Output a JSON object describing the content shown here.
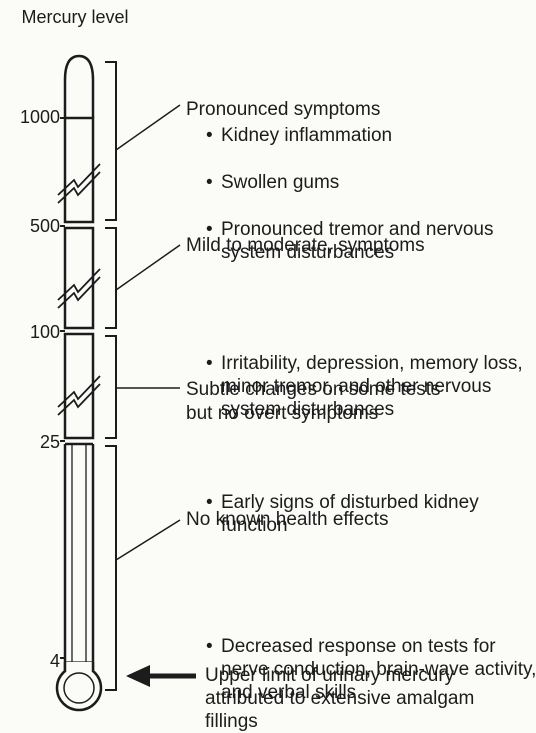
{
  "title": "Mercury level",
  "levels": [
    "1000",
    "500",
    "100",
    "25",
    "4"
  ],
  "groups": {
    "pronounced": {
      "heading": "Pronounced symptoms",
      "items": [
        "Kidney inflammation",
        "Swollen gums",
        "Pronounced tremor and nervous system disturbances"
      ]
    },
    "mild": {
      "heading": "Mild to moderate, symptoms",
      "items": [
        "Irritability, depression, memory loss, minor tremor, and other nervous system disturbances",
        "Early signs of disturbed kidney function"
      ]
    },
    "subtle": {
      "heading_line1": "Subtle changes on some tests",
      "heading_line2": "but no overt symptoms",
      "items": [
        "Decreased response on tests for nerve conduction, brain-wave activity, and verbal skills"
      ]
    },
    "none": {
      "heading": "No known health effects"
    }
  },
  "arrow_note": "Upper limit of urinary mercury attributed to extensive amalgam fillings"
}
